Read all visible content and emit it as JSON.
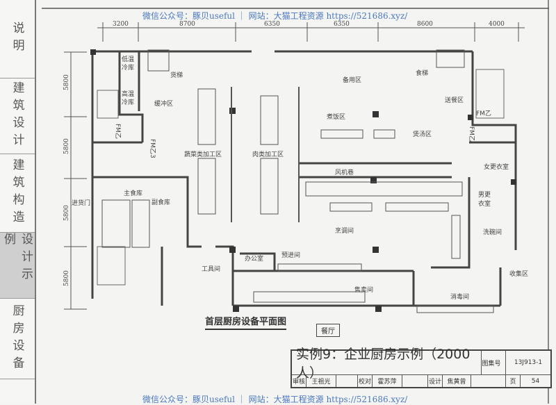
{
  "sidebar": {
    "tabs": [
      {
        "label": "说明",
        "active": false
      },
      {
        "label": "建筑设计",
        "active": false
      },
      {
        "label": "建筑构造",
        "active": false
      },
      {
        "label": "设计示例",
        "active": true
      },
      {
        "label": "厨房设备",
        "active": false
      }
    ]
  },
  "watermark": {
    "top": "微信公众号：豚贝useful ｜ 网站：大猫工程资源 https://521686.xyz/",
    "bottom": "微信公众号：豚贝useful ｜ 网站：大猫工程资源 https://521686.xyz/"
  },
  "dimensions": {
    "top": [
      "3200",
      "8700",
      "6350",
      "6350",
      "8600",
      "4000"
    ],
    "left": [
      "5800",
      "5800",
      "5800",
      "5800"
    ]
  },
  "rooms": {
    "cold_low": [
      "低温",
      "冷库"
    ],
    "cold_high": [
      "高温",
      "冷库"
    ],
    "freight_lift": "货梯",
    "buffer": "缓冲区",
    "door_fm1": "FM乙",
    "door_fm3": "FM乙3",
    "veg": "蔬菜类加工区",
    "meat": "肉类加工区",
    "spare": "备用区",
    "food_lift": "食梯",
    "delivery": "送餐区",
    "rice": "煮饭区",
    "soup": "煲汤区",
    "door_fm2": "FM乙",
    "door_fm4": "FM乙",
    "female_locker": "女更衣室",
    "fan_lane": "风机巷",
    "male_locker": [
      "男更",
      "衣室"
    ],
    "staple_store": "主食库",
    "goods_door": "进货门",
    "side_store": "副食库",
    "cooking": "烹调间",
    "dishwash": "洗碗间",
    "office": "办公室",
    "pre_entry": "预进间",
    "tools": "工具间",
    "collection": "收集区",
    "sales": "售卖间",
    "disinfect": "消毒间",
    "dining": "餐厅"
  },
  "drawing_title": "首层厨房设备平面图",
  "title_block": {
    "title": "实例9：企业厨房示例（2000人）",
    "atlas_label": "图集号",
    "atlas_no": "13J913-1",
    "page_label": "页",
    "page_no": "54",
    "review_label": "审核",
    "reviewer": "王祖光",
    "check_label": "校对",
    "checker": "霍苏萍",
    "design_label": "设计",
    "designer": "焦黄曾"
  }
}
